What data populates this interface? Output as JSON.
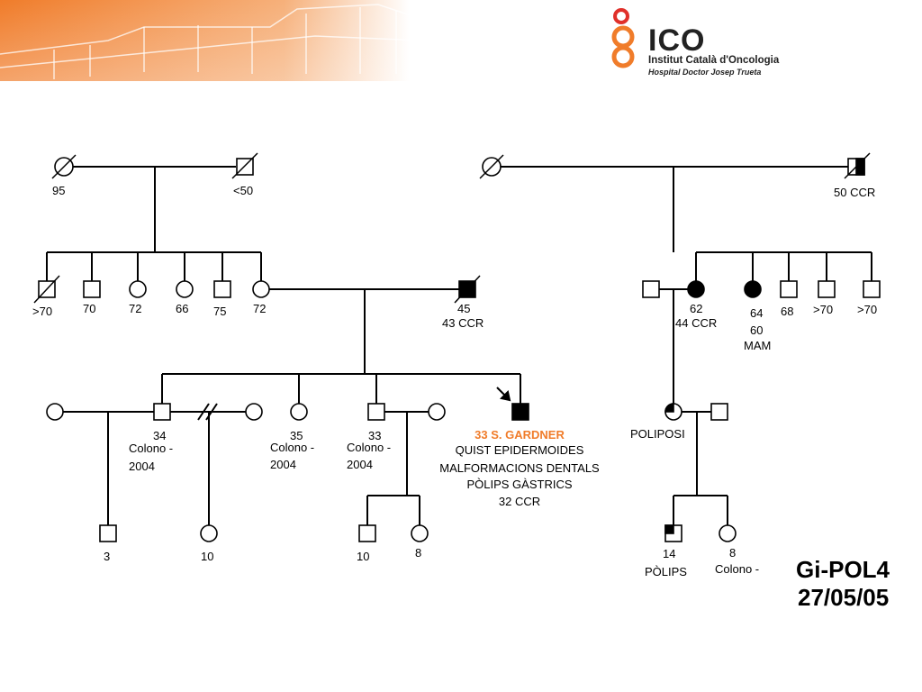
{
  "logo": {
    "name": "ICO",
    "line1": "Institut Català d'Oncologia",
    "line2": "Hospital Doctor Josep Trueta"
  },
  "colors": {
    "accent": "#f07c2a",
    "proband_text": "#f07c2a"
  },
  "labels": {
    "g1_a": "95",
    "g1_b": "<50",
    "g1_d": "50 CCR",
    "g2_1": ">70",
    "g2_2": "70",
    "g2_3": "72",
    "g2_4": "66",
    "g2_5": "75",
    "g2_6": "72",
    "g2_7a": "45",
    "g2_7b": "43 CCR",
    "g2_9a": "62",
    "g2_9b": "44 CCR",
    "g2_10a": "64",
    "g2_10b": "60",
    "g2_10c": "MAM",
    "g2_11": "68",
    "g2_12": ">70",
    "g2_13": ">70",
    "g3_2a": "34",
    "g3_2b": "Colono -",
    "g3_2c": "2004",
    "g3_4a": "35",
    "g3_4b": "Colono -",
    "g3_4c": "2004",
    "g3_5a": "33",
    "g3_5b": "Colono -",
    "g3_5c": "2004",
    "proband_line1": "33 S. GARDNER",
    "proband_line2": "QUIST EPIDERMOIDES",
    "proband_line3": "MALFORMACIONS DENTALS",
    "proband_line4": "PÒLIPS GÀSTRICS",
    "proband_line5": "32 CCR",
    "g3_8": "POLIPOSI",
    "g4_1": "3",
    "g4_2": "10",
    "g4_3": "10",
    "g4_4": "8",
    "g4_5a": "14",
    "g4_5b": "PÒLIPS",
    "g4_6a": "8",
    "g4_6b": "Colono -"
  },
  "case_id": "Gi-POL4",
  "case_date": "27/05/05"
}
